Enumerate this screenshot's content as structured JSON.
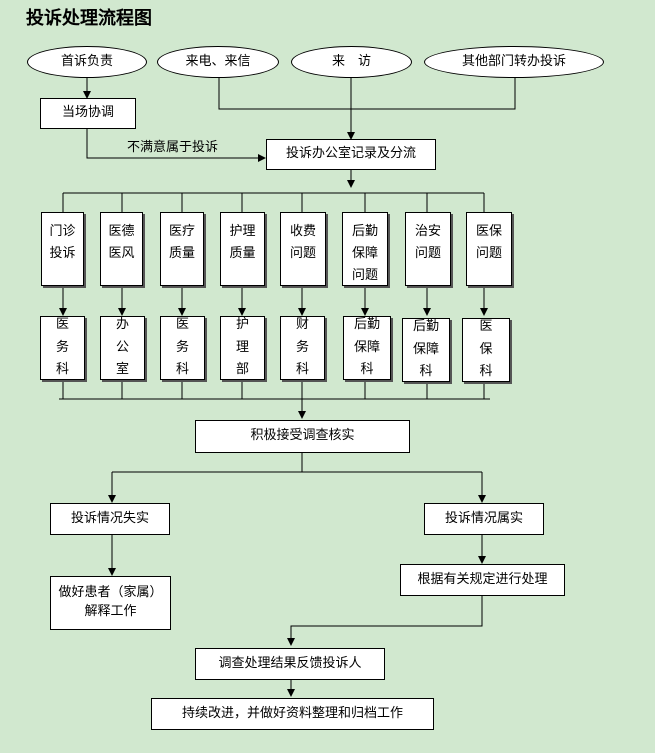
{
  "title": "投诉处理流程图",
  "sources": [
    "首诉负责",
    "来电、来信",
    "来　访",
    "其他部门转办投诉"
  ],
  "onsite": "当场协调",
  "dissatisfied_label": "不满意属于投诉",
  "office_record": "投诉办公室记录及分流",
  "categories": [
    "门诊\n投诉",
    "医德\n医风",
    "医疗\n质量",
    "护理\n质量",
    "收费\n问题",
    "后勤\n保障\n问题",
    "治安\n问题",
    "医保\n问题"
  ],
  "departments": [
    "医\n务\n科",
    "办\n公\n室",
    "医\n务\n科",
    "护\n理\n部",
    "财\n务\n科",
    "后勤\n保障\n科",
    "后勤\n保障\n科",
    "医\n保\n科"
  ],
  "investigate": "积极接受调查核实",
  "false_complaint": "投诉情况失实",
  "true_complaint": "投诉情况属实",
  "explain": "做好患者（家属）\n解释工作",
  "handle": "根据有关规定进行处理",
  "feedback": "调查处理结果反馈投诉人",
  "archive": "持续改进，并做好资料整理和归档工作"
}
